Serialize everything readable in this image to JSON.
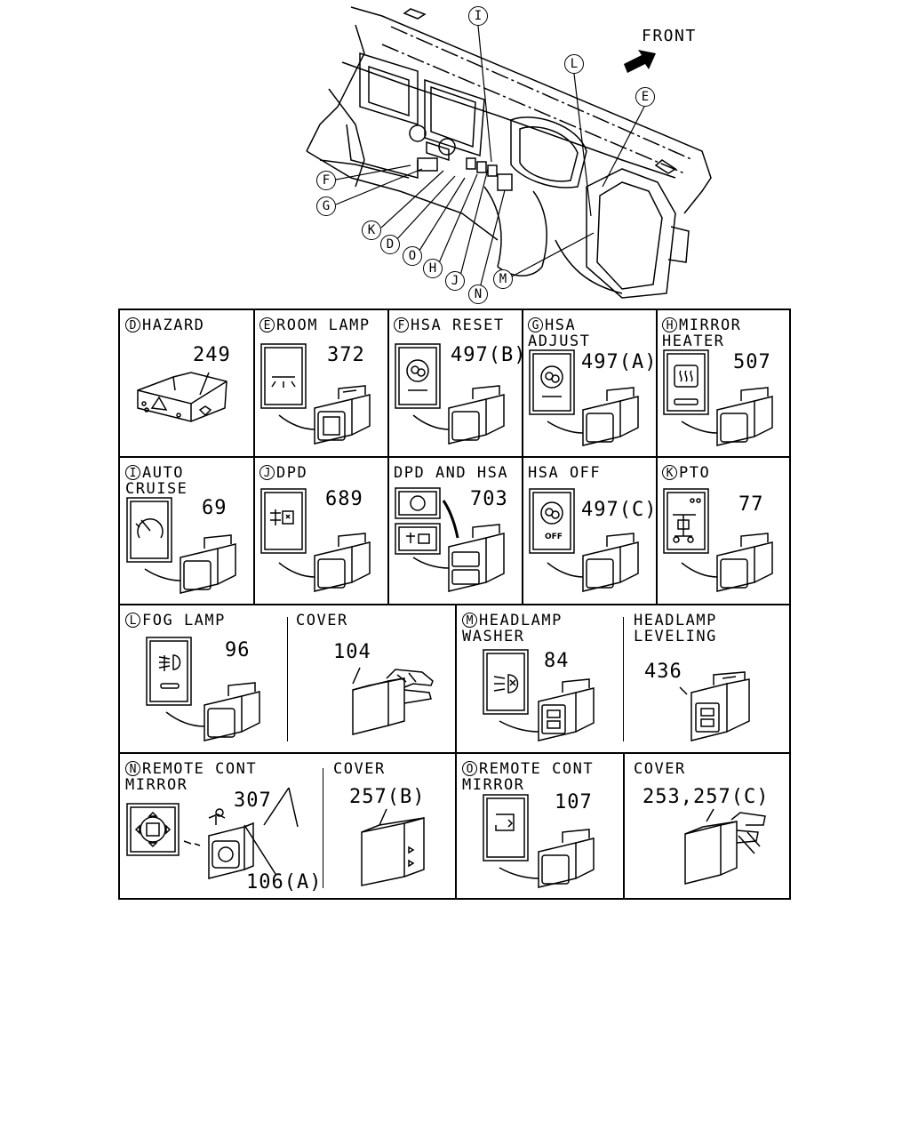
{
  "overview": {
    "front_label": "FRONT",
    "callouts": [
      "I",
      "L",
      "E",
      "F",
      "G",
      "K",
      "D",
      "O",
      "H",
      "J",
      "N",
      "M"
    ]
  },
  "cells": [
    {
      "letter": "D",
      "title": "HAZARD",
      "part": "249"
    },
    {
      "letter": "E",
      "title": "ROOM LAMP",
      "part": "372"
    },
    {
      "letter": "F",
      "title": "HSA RESET",
      "part": "497(B)"
    },
    {
      "letter": "G",
      "title": "HSA\nADJUST",
      "part": "497(A)"
    },
    {
      "letter": "H",
      "title": "MIRROR\nHEATER",
      "part": "507"
    },
    {
      "letter": "I",
      "title": "AUTO\nCRUISE",
      "part": "69"
    },
    {
      "letter": "J",
      "title": "DPD",
      "part": "689"
    },
    {
      "letter": "",
      "title": "DPD AND HSA",
      "part": "703"
    },
    {
      "letter": "",
      "title": "HSA OFF",
      "part": "497(C)"
    },
    {
      "letter": "K",
      "title": "PTO",
      "part": "77"
    },
    {
      "letter": "L",
      "title": "FOG LAMP",
      "part": "96"
    },
    {
      "letter": "",
      "title": "COVER",
      "part": "104"
    },
    {
      "letter": "M",
      "title": "HEADLAMP\nWASHER",
      "part": "84"
    },
    {
      "letter": "",
      "title": "HEADLAMP\nLEVELING",
      "part": "436"
    },
    {
      "letter": "N",
      "title": "REMOTE CONT\nMIRROR",
      "part": "307",
      "part2": "106(A)"
    },
    {
      "letter": "",
      "title": "COVER",
      "part": "257(B)"
    },
    {
      "letter": "O",
      "title": "REMOTE CONT\nMIRROR",
      "part": "107"
    },
    {
      "letter": "",
      "title": "COVER",
      "part": "253,257(C)"
    }
  ]
}
